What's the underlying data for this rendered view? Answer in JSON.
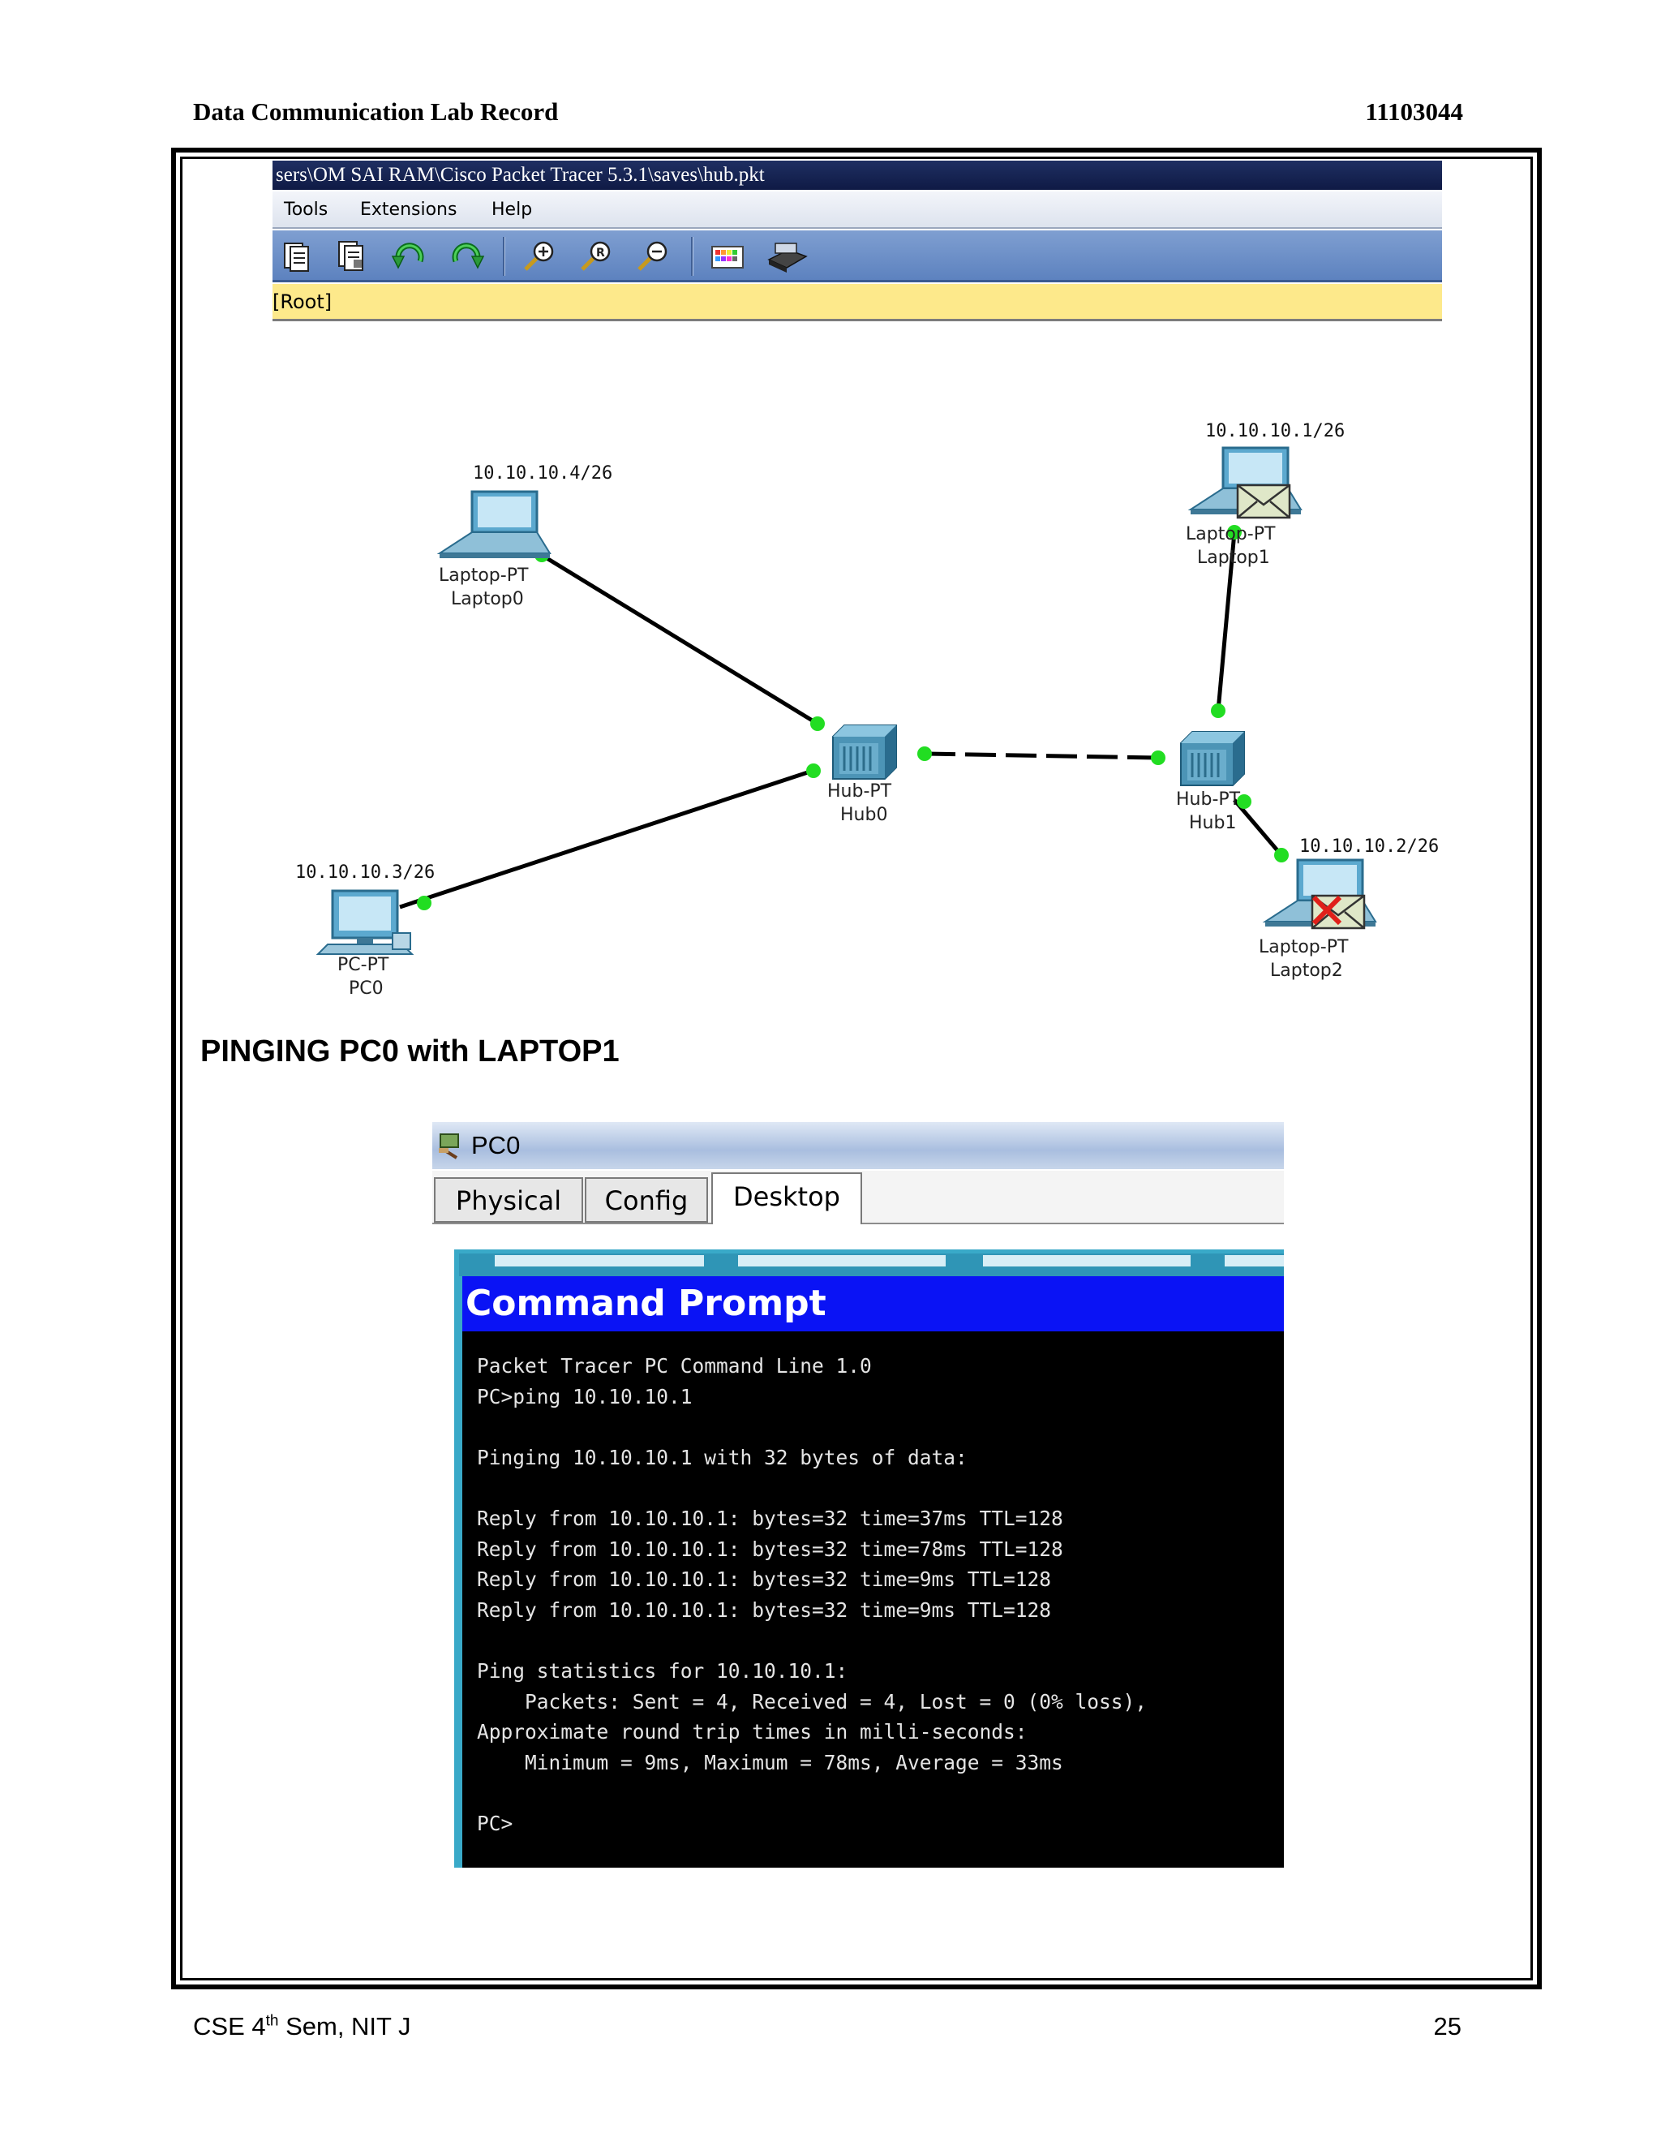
{
  "page_header": {
    "title": "Data Communication Lab Record",
    "roll_number": "11103044"
  },
  "packet_tracer": {
    "title_bar": "sers\\OM SAI RAM\\Cisco Packet Tracer 5.3.1\\saves\\hub.pkt",
    "menu": [
      "Tools",
      "Extensions",
      "Help"
    ],
    "toolbar_icons": [
      "copy-icon",
      "paste-icon",
      "undo-icon",
      "redo-icon",
      "zoom-in-icon",
      "zoom-reset-icon",
      "zoom-out-icon",
      "palette-icon",
      "device-icon"
    ],
    "breadcrumb": "[Root]"
  },
  "network": {
    "devices": {
      "laptop0": {
        "ip": "10.10.10.4/26",
        "type": "Laptop-PT",
        "name": "Laptop0"
      },
      "laptop1": {
        "ip": "10.10.10.1/26",
        "type": "Laptop-PT",
        "name": "Laptop1"
      },
      "laptop2": {
        "ip": "10.10.10.2/26",
        "type": "Laptop-PT",
        "name": "Laptop2"
      },
      "pc0": {
        "ip": "10.10.10.3/26",
        "type": "PC-PT",
        "name": "PC0"
      },
      "hub0": {
        "type": "Hub-PT",
        "name": "Hub0"
      },
      "hub1": {
        "type": "Hub-PT",
        "name": "Hub1"
      }
    },
    "link_color": "#000000",
    "port_color": "#22dd22"
  },
  "section_title": "PINGING PC0 with LAPTOP1",
  "pc_window": {
    "title": "PC0",
    "tabs": [
      "Physical",
      "Config",
      "Desktop"
    ],
    "active_tab": "Desktop",
    "cmd_header": "Command Prompt",
    "cmd_lines": [
      "Packet Tracer PC Command Line 1.0",
      "PC>ping 10.10.10.1",
      "",
      "Pinging 10.10.10.1 with 32 bytes of data:",
      "",
      "Reply from 10.10.10.1: bytes=32 time=37ms TTL=128",
      "Reply from 10.10.10.1: bytes=32 time=78ms TTL=128",
      "Reply from 10.10.10.1: bytes=32 time=9ms TTL=128",
      "Reply from 10.10.10.1: bytes=32 time=9ms TTL=128",
      "",
      "Ping statistics for 10.10.10.1:",
      "    Packets: Sent = 4, Received = 4, Lost = 0 (0% loss),",
      "Approximate round trip times in milli-seconds:",
      "    Minimum = 9ms, Maximum = 78ms, Average = 33ms",
      "",
      "PC>"
    ]
  },
  "page_footer": {
    "course": "CSE 4",
    "course_sup": "th",
    "course_rest": " Sem, NIT J",
    "page_number": "25"
  }
}
